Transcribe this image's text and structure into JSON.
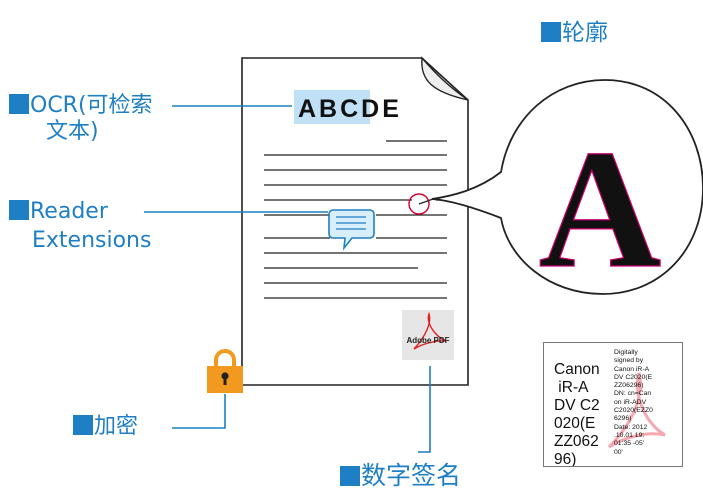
{
  "labels": {
    "ocr_line1": "OCR(可检索",
    "ocr_line2": "文本)",
    "reader_line1": "Reader",
    "reader_line2": "Extensions",
    "lock": "加密",
    "outline": "轮廓",
    "signature": "数字签名"
  },
  "document": {
    "heading_highlighted": "ABC",
    "heading_rest": "DE",
    "adobe_pdf": "Adobe PDF"
  },
  "magnified_letter": "A",
  "signature_box": {
    "left_lines": [
      "Canon",
      " iR-A",
      "DV C2",
      "020(E",
      "ZZ062",
      "96)"
    ],
    "right_lines": [
      "Digitally",
      "signed by",
      "Canon iR-A",
      "DV C2020(E",
      "ZZ06296)",
      "DN: cn=Can",
      "on iR-ADV",
      "C2020(EZZ0",
      "6296)",
      "Date: 2012",
      ".10.01 19:",
      "01:35 -05'",
      "00'"
    ]
  },
  "colors": {
    "accent": "#1f7fc4",
    "highlight": "#bfe0f5",
    "lock": "#f29a1f",
    "outline_magenta": "#d0006f",
    "pdf_red": "#e02020"
  }
}
